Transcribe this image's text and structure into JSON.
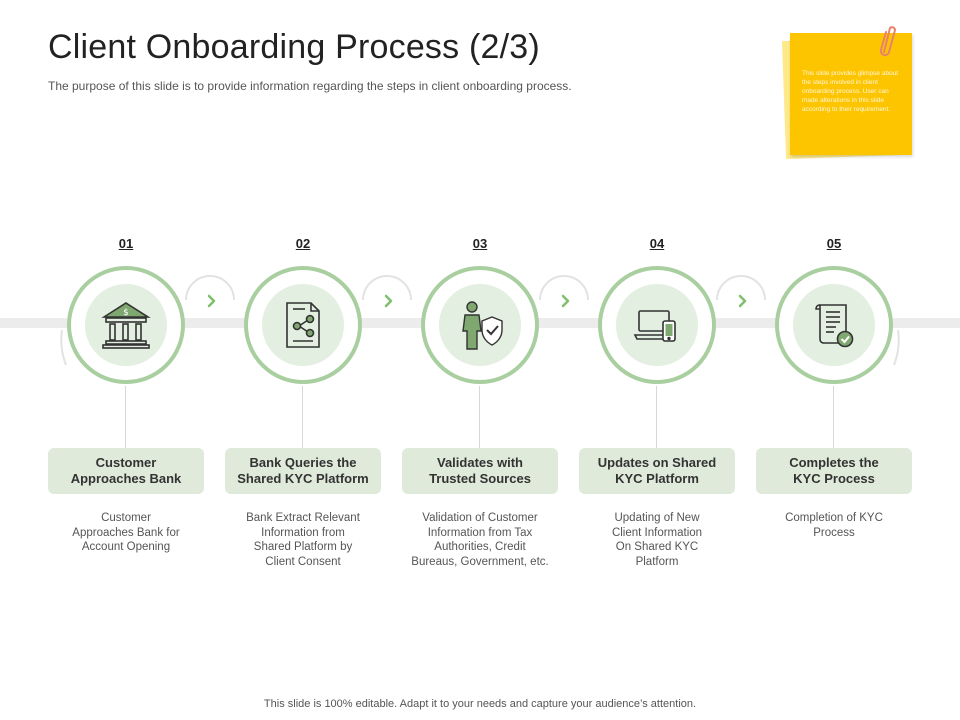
{
  "title": "Client Onboarding Process (2/3)",
  "subtitle": "The purpose of this slide is to provide information regarding the steps in client onboarding process.",
  "sticky_note": "This slide provides glimpse about the steps involved in client onboarding process. User can made alterations in this slide according to their requirement.",
  "steps": [
    {
      "number": "01",
      "label_line1": "Customer",
      "label_line2": "Approaches Bank",
      "description": "Customer\nApproaches Bank for\nAccount Opening",
      "icon": "bank-icon"
    },
    {
      "number": "02",
      "label_line1": "Bank Queries the",
      "label_line2": "Shared KYC Platform",
      "description": "Bank Extract Relevant\nInformation from\nShared Platform by\nClient Consent",
      "icon": "shared-document-icon"
    },
    {
      "number": "03",
      "label_line1": "Validates with",
      "label_line2": "Trusted Sources",
      "description": "Validation of Customer\nInformation from Tax\nAuthorities, Credit\nBureaus, Government, etc.",
      "icon": "person-shield-icon"
    },
    {
      "number": "04",
      "label_line1": "Updates on Shared",
      "label_line2": "KYC Platform",
      "description": "Updating  of New\nClient Information\nOn Shared KYC\nPlatform",
      "icon": "laptop-phone-icon"
    },
    {
      "number": "05",
      "label_line1": "Completes the",
      "label_line2": "KYC Process",
      "description": "Completion of KYC\nProcess",
      "icon": "certificate-scroll-icon"
    }
  ],
  "footer": "This slide is 100% editable. Adapt it to your needs and capture your audience’s attention.",
  "colors": {
    "ring": "#a9cfa0",
    "core": "#e3efe0",
    "label_bg": "#dfeadb",
    "icon_green": "#6e9a63",
    "note": "#fdc400"
  }
}
